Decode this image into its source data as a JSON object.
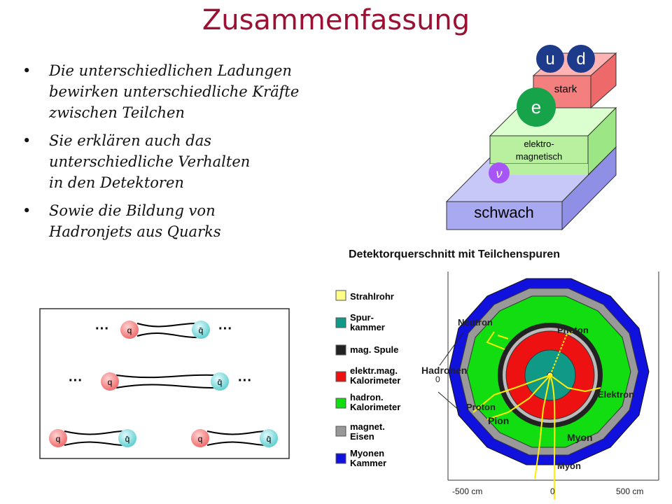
{
  "title": "Zusammenfassung",
  "bullets": [
    {
      "lines": [
        "Die unterschiedlichen Ladungen",
        "bewirken unterschiedliche Kräfte",
        "zwischen Teilchen"
      ]
    },
    {
      "lines": [
        "Sie erklären auch das",
        "unterschiedliche Verhalten",
        "in den Detektoren"
      ]
    },
    {
      "lines": [
        "Sowie die Bildung von",
        "Hadronjets aus Quarks"
      ]
    }
  ],
  "forces": {
    "stark": "stark",
    "em_line1": "elektro-",
    "em_line2": "magnetisch",
    "schwach": "schwach",
    "particle_u": "u",
    "particle_d": "d",
    "particle_e": "e",
    "particle_nu": "ν",
    "colors": {
      "stark": "#f47f7f",
      "em": "#b9f0a0",
      "schwach": "#a9a9f2",
      "quark": "#1e3a8a",
      "electron": "#16a34a",
      "neutrino": "#a855f7"
    }
  },
  "quarks": {
    "q": "q",
    "qbar": "q̄",
    "dots": "···"
  },
  "detector": {
    "title": "Detektorquerschnitt mit Teilchenspuren",
    "legend": [
      {
        "label1": "Strahlrohr",
        "label2": "",
        "color": "#ffff88"
      },
      {
        "label1": "Spur-",
        "label2": "kammer",
        "color": "#119988"
      },
      {
        "label1": "mag. Spule",
        "label2": "",
        "color": "#222222"
      },
      {
        "label1": "elektr.mag.",
        "label2": "Kalorimeter",
        "color": "#ee1111"
      },
      {
        "label1": "hadron.",
        "label2": "Kalorimeter",
        "color": "#11dd11"
      },
      {
        "label1": "magnet.",
        "label2": "Eisen",
        "color": "#999999"
      },
      {
        "label1": "Myonen",
        "label2": "Kammer",
        "color": "#1111dd"
      }
    ],
    "labels": {
      "neutron": "Neutron",
      "photon": "Photon",
      "hadronen": "Hadronen",
      "elektron": "Elektron",
      "proton": "Proton",
      "pion": "Pion",
      "myon1": "Myon",
      "myon2": "Myon"
    },
    "axis": {
      "x_left": "-500 cm",
      "x_mid": "0",
      "x_right": "500 cm",
      "y_mid": "0"
    }
  }
}
